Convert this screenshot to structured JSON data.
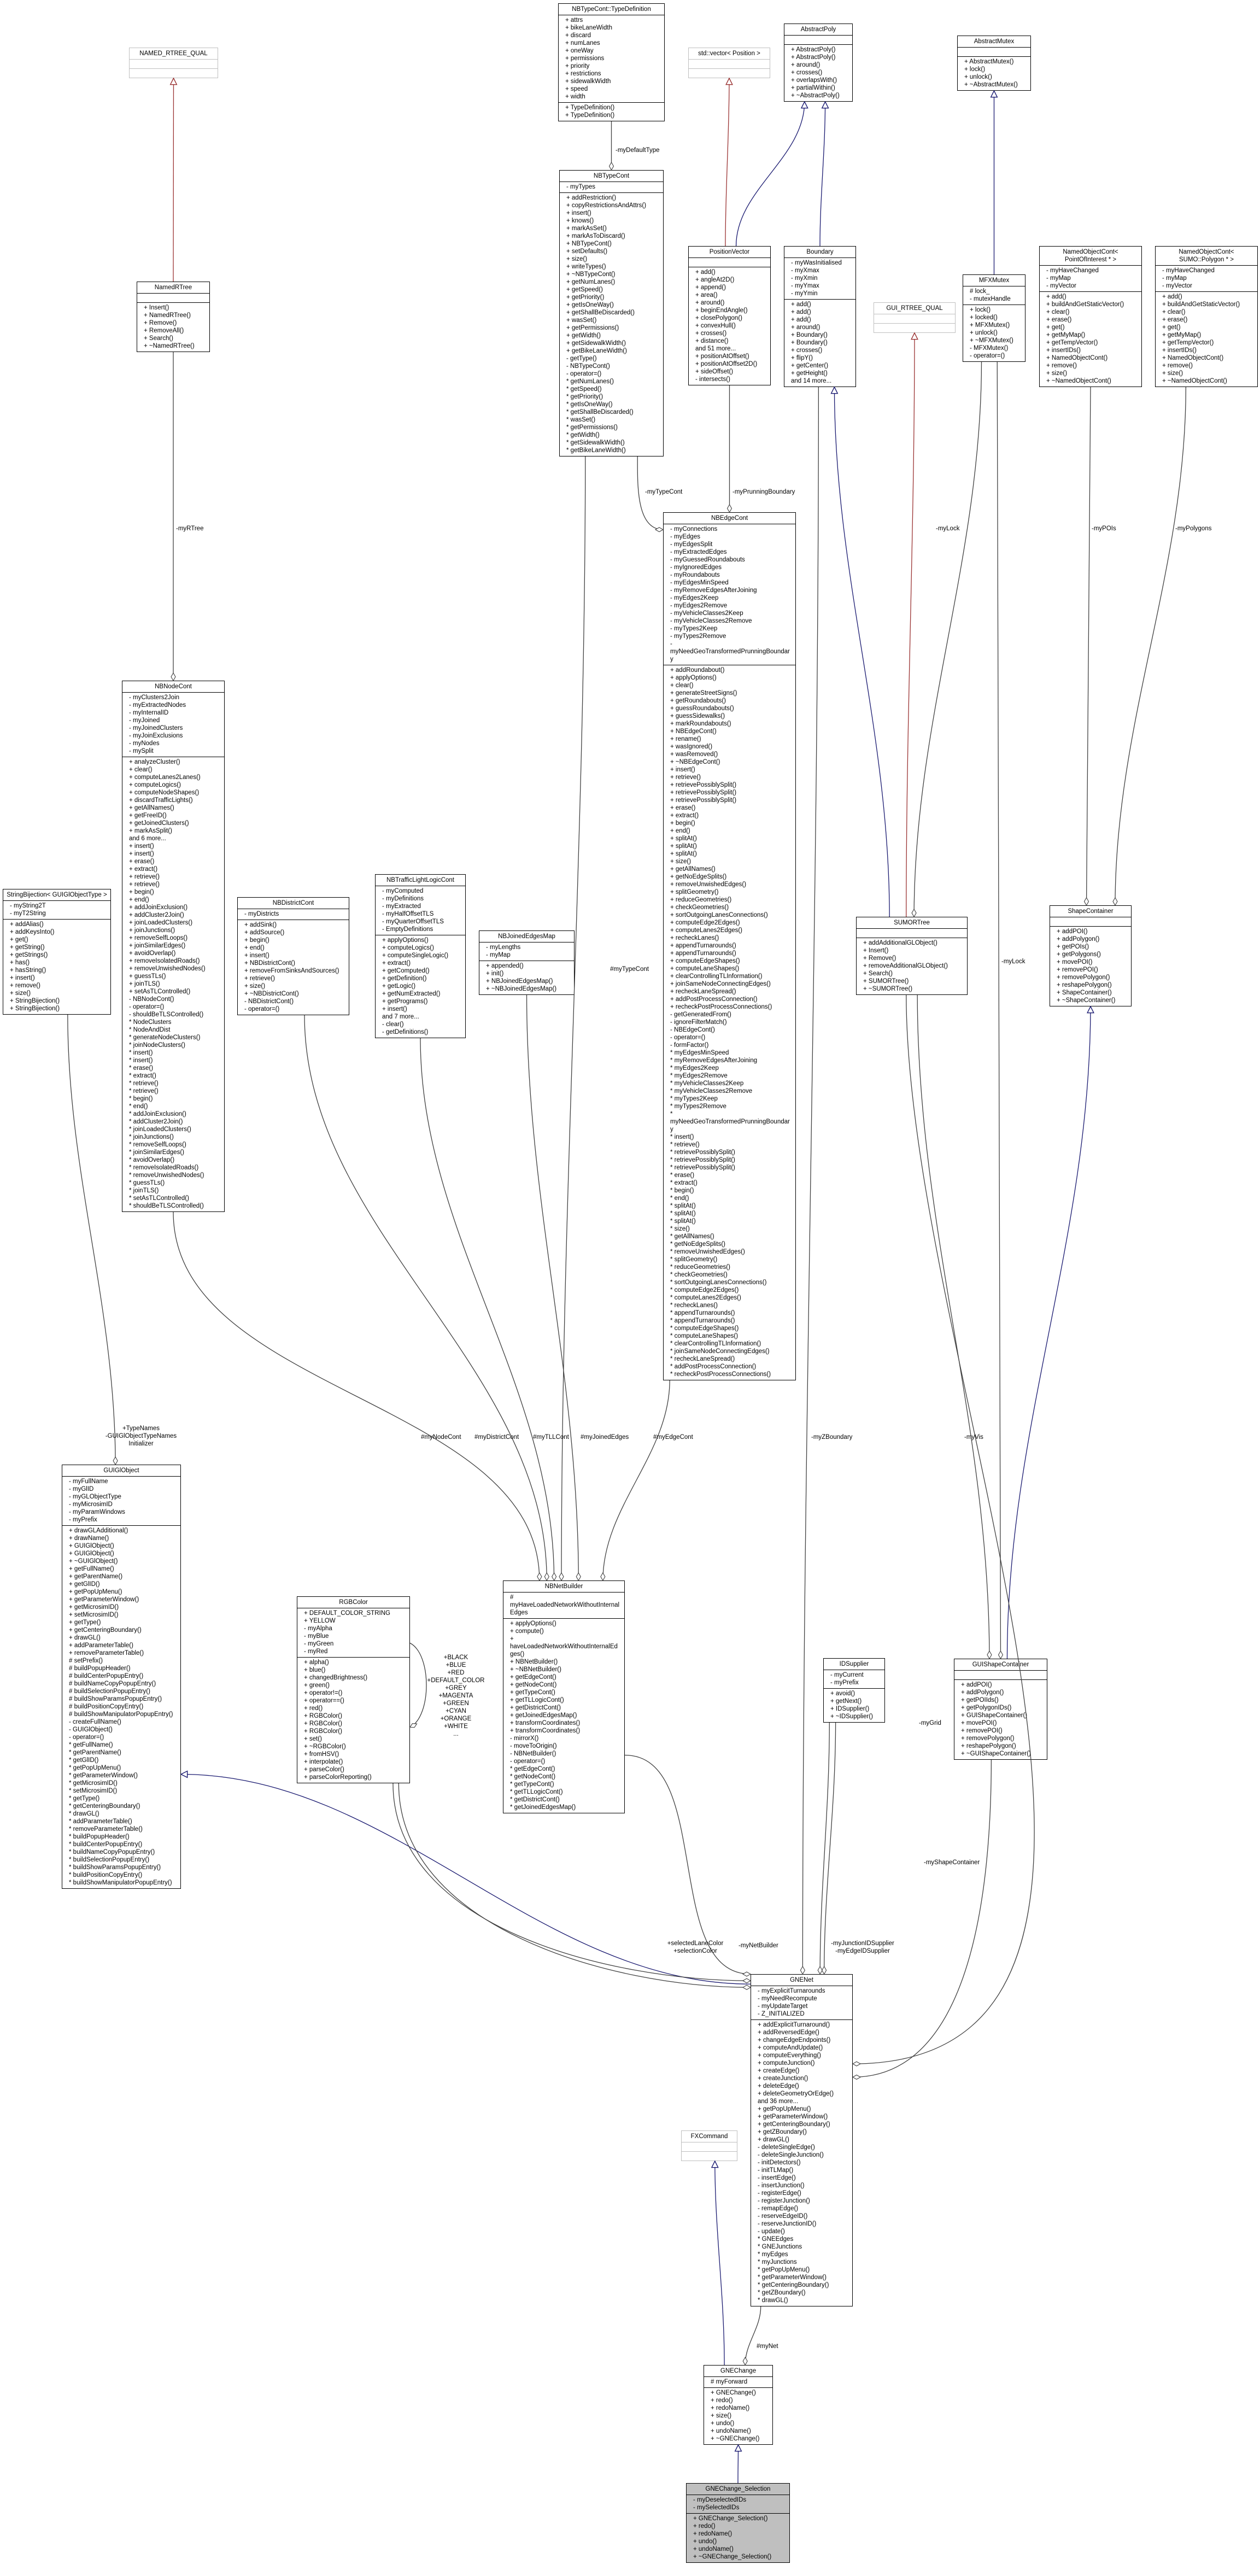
{
  "colors": {
    "inheritance": "#191970",
    "template": "#9a3232",
    "aggregation": "#404040",
    "external_border": "#bfbfbf",
    "highlight_fill": "#bfbfbf"
  },
  "classes": [
    {
      "name": "NAMED_RTREE_QUAL",
      "kind": "external",
      "attrs": [],
      "methods": []
    },
    {
      "name": "NamedRTree",
      "attrs": [],
      "methods": [
        "+ Insert()",
        "+ NamedRTree()",
        "+ Remove()",
        "+ RemoveAll()",
        "+ Search()",
        "+ ~NamedRTree()"
      ]
    },
    {
      "name": "NBTypeCont::TypeDefinition",
      "attrs": [
        "+ attrs",
        "+ bikeLaneWidth",
        "+ discard",
        "+ numLanes",
        "+ oneWay",
        "+ permissions",
        "+ priority",
        "+ restrictions",
        "+ sidewalkWidth",
        "+ speed",
        "+ width"
      ],
      "methods": [
        "+ TypeDefinition()",
        "+ TypeDefinition()"
      ]
    },
    {
      "name": "NBTypeCont",
      "attrs": [
        "- myTypes"
      ],
      "methods": [
        "+ addRestriction()",
        "+ copyRestrictionsAndAttrs()",
        "+ insert()",
        "+ knows()",
        "+ markAsSet()",
        "+ markAsToDiscard()",
        "+ NBTypeCont()",
        "+ setDefaults()",
        "+ size()",
        "+ writeTypes()",
        "+ ~NBTypeCont()",
        "+ getNumLanes()",
        "+ getSpeed()",
        "+ getPriority()",
        "+ getIsOneWay()",
        "+ getShallBeDiscarded()",
        "+ wasSet()",
        "+ getPermissions()",
        "+ getWidth()",
        "+ getSidewalkWidth()",
        "+ getBikeLaneWidth()",
        "- getType()",
        "- NBTypeCont()",
        "- operator=()",
        "* getNumLanes()",
        "* getSpeed()",
        "* getPriority()",
        "* getIsOneWay()",
        "* getShallBeDiscarded()",
        "* wasSet()",
        "* getPermissions()",
        "* getWidth()",
        "* getSidewalkWidth()",
        "* getBikeLaneWidth()"
      ]
    },
    {
      "name": "std::vector< Position >",
      "kind": "external",
      "attrs": [],
      "methods": []
    },
    {
      "name": "AbstractPoly",
      "attrs": [],
      "methods": [
        "+ AbstractPoly()",
        "+ AbstractPoly()",
        "+ around()",
        "+ crosses()",
        "+ overlapsWith()",
        "+ partialWithin()",
        "+ ~AbstractPoly()"
      ]
    },
    {
      "name": "PositionVector",
      "attrs": [],
      "methods": [
        "+ add()",
        "+ angleAt2D()",
        "+ append()",
        "+ area()",
        "+ around()",
        "+ beginEndAngle()",
        "+ closePolygon()",
        "+ convexHull()",
        "+ crosses()",
        "+ distance()",
        "and 51 more...",
        "+ positionAtOffset()",
        "+ positionAtOffset2D()",
        "+ sideOffset()",
        "- intersects()"
      ]
    },
    {
      "name": "Boundary",
      "attrs": [
        "- myWasInitialised",
        "- myXmax",
        "- myXmin",
        "- myYmax",
        "- myYmin"
      ],
      "methods": [
        "+ add()",
        "+ add()",
        "+ add()",
        "+ around()",
        "+ Boundary()",
        "+ Boundary()",
        "+ crosses()",
        "+ flipY()",
        "+ getCenter()",
        "+ getHeight()",
        "and 14 more..."
      ]
    },
    {
      "name": "GUI_RTREE_QUAL",
      "kind": "external",
      "attrs": [],
      "methods": []
    },
    {
      "name": "AbstractMutex",
      "attrs": [],
      "methods": [
        "+ AbstractMutex()",
        "+ lock()",
        "+ unlock()",
        "+ ~AbstractMutex()"
      ]
    },
    {
      "name": "MFXMutex",
      "attrs": [
        "# lock_",
        "- mutexHandle"
      ],
      "methods": [
        "+ lock()",
        "+ locked()",
        "+ MFXMutex()",
        "+ unlock()",
        "+ ~MFXMutex()",
        "- MFXMutex()",
        "- operator=()"
      ]
    },
    {
      "name": "NamedObjectCont< PointOfInterest * >",
      "attrs": [
        "- myHaveChanged",
        "- myMap",
        "- myVector"
      ],
      "methods": [
        "+ add()",
        "+ buildAndGetStaticVector()",
        "+ clear()",
        "+ erase()",
        "+ get()",
        "+ getMyMap()",
        "+ getTempVector()",
        "+ insertIDs()",
        "+ NamedObjectCont()",
        "+ remove()",
        "+ size()",
        "+ ~NamedObjectCont()"
      ]
    },
    {
      "name": "NamedObjectCont< SUMO::Polygon * >",
      "attrs": [
        "- myHaveChanged",
        "- myMap",
        "- myVector"
      ],
      "methods": [
        "+ add()",
        "+ buildAndGetStaticVector()",
        "+ clear()",
        "+ erase()",
        "+ get()",
        "+ getMyMap()",
        "+ getTempVector()",
        "+ insertIDs()",
        "+ NamedObjectCont()",
        "+ remove()",
        "+ size()",
        "+ ~NamedObjectCont()"
      ]
    },
    {
      "name": "NBEdgeCont",
      "attrs": [
        "- myConnections",
        "- myEdges",
        "- myEdgesSplit",
        "- myExtractedEdges",
        "- myGuessedRoundabouts",
        "- myIgnoredEdges",
        "- myRoundabouts",
        "- myEdgesMinSpeed",
        "- myRemoveEdgesAfterJoining",
        "- myEdges2Keep",
        "- myEdges2Remove",
        "- myVehicleClasses2Keep",
        "- myVehicleClasses2Remove",
        "- myTypes2Keep",
        "- myTypes2Remove",
        "- myNeedGeoTransformedPrunningBoundary"
      ],
      "methods": [
        "+ addRoundabout()",
        "+ applyOptions()",
        "+ clear()",
        "+ generateStreetSigns()",
        "+ getRoundabouts()",
        "+ guessRoundabouts()",
        "+ guessSidewalks()",
        "+ markRoundabouts()",
        "+ NBEdgeCont()",
        "+ rename()",
        "+ wasIgnored()",
        "+ wasRemoved()",
        "+ ~NBEdgeCont()",
        "+ insert()",
        "+ retrieve()",
        "+ retrievePossiblySplit()",
        "+ retrievePossiblySplit()",
        "+ retrievePossiblySplit()",
        "+ erase()",
        "+ extract()",
        "+ begin()",
        "+ end()",
        "+ splitAt()",
        "+ splitAt()",
        "+ splitAt()",
        "+ size()",
        "+ getAllNames()",
        "+ getNoEdgeSplits()",
        "+ removeUnwishedEdges()",
        "+ splitGeometry()",
        "+ reduceGeometries()",
        "+ checkGeometries()",
        "+ sortOutgoingLanesConnections()",
        "+ computeEdge2Edges()",
        "+ computeLanes2Edges()",
        "+ recheckLanes()",
        "+ appendTurnarounds()",
        "+ appendTurnarounds()",
        "+ computeEdgeShapes()",
        "+ computeLaneShapes()",
        "+ clearControllingTLInformation()",
        "+ joinSameNodeConnectingEdges()",
        "+ recheckLaneSpread()",
        "+ addPostProcessConnection()",
        "+ recheckPostProcessConnections()",
        "- getGeneratedFrom()",
        "- ignoreFilterMatch()",
        "- NBEdgeCont()",
        "- operator=()",
        "- formFactor()",
        "* myEdgesMinSpeed",
        "* myRemoveEdgesAfterJoining",
        "* myEdges2Keep",
        "* myEdges2Remove",
        "* myVehicleClasses2Keep",
        "* myVehicleClasses2Remove",
        "* myTypes2Keep",
        "* myTypes2Remove",
        "* myNeedGeoTransformedPrunningBoundary",
        "* insert()",
        "* retrieve()",
        "* retrievePossiblySplit()",
        "* retrievePossiblySplit()",
        "* retrievePossiblySplit()",
        "* erase()",
        "* extract()",
        "* begin()",
        "* end()",
        "* splitAt()",
        "* splitAt()",
        "* splitAt()",
        "* size()",
        "* getAllNames()",
        "* getNoEdgeSplits()",
        "* removeUnwishedEdges()",
        "* splitGeometry()",
        "* reduceGeometries()",
        "* checkGeometries()",
        "* sortOutgoingLanesConnections()",
        "* computeEdge2Edges()",
        "* computeLanes2Edges()",
        "* recheckLanes()",
        "* appendTurnarounds()",
        "* appendTurnarounds()",
        "* computeEdgeShapes()",
        "* computeLaneShapes()",
        "* clearControllingTLInformation()",
        "* joinSameNodeConnectingEdges()",
        "* recheckLaneSpread()",
        "* addPostProcessConnection()",
        "* recheckPostProcessConnections()"
      ]
    },
    {
      "name": "SUMORTree",
      "attrs": [],
      "methods": [
        "+ addAdditionalGLObject()",
        "+ Insert()",
        "+ Remove()",
        "+ removeAdditionalGLObject()",
        "+ Search()",
        "+ SUMORTree()",
        "+ ~SUMORTree()"
      ]
    },
    {
      "name": "ShapeContainer",
      "attrs": [],
      "methods": [
        "+ addPOI()",
        "+ addPolygon()",
        "+ getPOIs()",
        "+ getPolygons()",
        "+ movePOI()",
        "+ removePOI()",
        "+ removePolygon()",
        "+ reshapePolygon()",
        "+ ShapeContainer()",
        "+ ~ShapeContainer()"
      ]
    },
    {
      "name": "NBNodeCont",
      "attrs": [
        "- myClusters2Join",
        "- myExtractedNodes",
        "- myInternalID",
        "- myJoined",
        "- myJoinedClusters",
        "- myJoinExclusions",
        "- myNodes",
        "- mySplit"
      ],
      "methods": [
        "+ analyzeCluster()",
        "+ clear()",
        "+ computeLanes2Lanes()",
        "+ computeLogics()",
        "+ computeNodeShapes()",
        "+ discardTrafficLights()",
        "+ getAllNames()",
        "+ getFreeID()",
        "+ getJoinedClusters()",
        "+ markAsSplit()",
        "and 6 more...",
        "+ insert()",
        "+ insert()",
        "+ erase()",
        "+ extract()",
        "+ retrieve()",
        "+ retrieve()",
        "+ begin()",
        "+ end()",
        "+ addJoinExclusion()",
        "+ addCluster2Join()",
        "+ joinLoadedClusters()",
        "+ joinJunctions()",
        "+ removeSelfLoops()",
        "+ joinSimilarEdges()",
        "+ avoidOverlap()",
        "+ removeIsolatedRoads()",
        "+ removeUnwishedNodes()",
        "+ guessTLs()",
        "+ joinTLS()",
        "+ setAsTLControlled()",
        "- NBNodeCont()",
        "- operator=()",
        "- shouldBeTLSControlled()",
        "* NodeClusters",
        "* NodeAndDist",
        "* generateNodeClusters()",
        "* joinNodeClusters()",
        "* insert()",
        "* insert()",
        "* erase()",
        "* extract()",
        "* retrieve()",
        "* retrieve()",
        "* begin()",
        "* end()",
        "* addJoinExclusion()",
        "* addCluster2Join()",
        "* joinLoadedClusters()",
        "* joinJunctions()",
        "* removeSelfLoops()",
        "* joinSimilarEdges()",
        "* avoidOverlap()",
        "* removeIsolatedRoads()",
        "* removeUnwishedNodes()",
        "* guessTLs()",
        "* joinTLS()",
        "* setAsTLControlled()",
        "* shouldBeTLSControlled()"
      ]
    },
    {
      "name": "NBDistrictCont",
      "attrs": [
        "- myDistricts"
      ],
      "methods": [
        "+ addSink()",
        "+ addSource()",
        "+ begin()",
        "+ end()",
        "+ insert()",
        "+ NBDistrictCont()",
        "+ removeFromSinksAndSources()",
        "+ retrieve()",
        "+ size()",
        "+ ~NBDistrictCont()",
        "- NBDistrictCont()",
        "- operator=()"
      ]
    },
    {
      "name": "StringBijection< GUIGlObjectType >",
      "attrs": [
        "- myString2T",
        "- myT2String"
      ],
      "methods": [
        "+ addAlias()",
        "+ addKeysInto()",
        "+ get()",
        "+ getString()",
        "+ getStrings()",
        "+ has()",
        "+ hasString()",
        "+ insert()",
        "+ remove()",
        "+ size()",
        "+ StringBijection()",
        "+ StringBijection()"
      ]
    },
    {
      "name": "NBTrafficLightLogicCont",
      "attrs": [
        "- myComputed",
        "- myDefinitions",
        "- myExtracted",
        "- myHalfOffsetTLS",
        "- myQuarterOffsetTLS",
        "- EmptyDefinitions"
      ],
      "methods": [
        "+ applyOptions()",
        "+ computeLogics()",
        "+ computeSingleLogic()",
        "+ extract()",
        "+ getComputed()",
        "+ getDefinition()",
        "+ getLogic()",
        "+ getNumExtracted()",
        "+ getPrograms()",
        "+ insert()",
        "and 7 more...",
        "- clear()",
        "- getDefinitions()"
      ]
    },
    {
      "name": "NBJoinedEdgesMap",
      "attrs": [
        "- myLengths",
        "- myMap"
      ],
      "methods": [
        "+ appended()",
        "+ init()",
        "+ NBJoinedEdgesMap()",
        "+ ~NBJoinedEdgesMap()"
      ]
    },
    {
      "name": "GUIGlObject",
      "attrs": [
        "- myFullName",
        "- myGlID",
        "- myGLObjectType",
        "- myMicrosimID",
        "- myParamWindows",
        "- myPrefix"
      ],
      "methods": [
        "+ drawGLAdditional()",
        "+ drawName()",
        "+ GUIGlObject()",
        "+ GUIGlObject()",
        "+ ~GUIGlObject()",
        "+ getFullName()",
        "+ getParentName()",
        "+ getGlID()",
        "+ getPopUpMenu()",
        "+ getParameterWindow()",
        "+ getMicrosimID()",
        "+ setMicrosimID()",
        "+ getType()",
        "+ getCenteringBoundary()",
        "+ drawGL()",
        "+ addParameterTable()",
        "+ removeParameterTable()",
        "# setPrefix()",
        "# buildPopupHeader()",
        "# buildCenterPopupEntry()",
        "# buildNameCopyPopupEntry()",
        "# buildSelectionPopupEntry()",
        "# buildShowParamsPopupEntry()",
        "# buildPositionCopyEntry()",
        "# buildShowManipulatorPopupEntry()",
        "- createFullName()",
        "- GUIGlObject()",
        "- operator=()",
        "* getFullName()",
        "* getParentName()",
        "* getGlID()",
        "* getPopUpMenu()",
        "* getParameterWindow()",
        "* getMicrosimID()",
        "* setMicrosimID()",
        "* getType()",
        "* getCenteringBoundary()",
        "* drawGL()",
        "* addParameterTable()",
        "* removeParameterTable()",
        "* buildPopupHeader()",
        "* buildCenterPopupEntry()",
        "* buildNameCopyPopupEntry()",
        "* buildSelectionPopupEntry()",
        "* buildShowParamsPopupEntry()",
        "* buildPositionCopyEntry()",
        "* buildShowManipulatorPopupEntry()"
      ]
    },
    {
      "name": "RGBColor",
      "attrs": [
        "+ DEFAULT_COLOR_STRING",
        "+ YELLOW",
        "- myAlpha",
        "- myBlue",
        "- myGreen",
        "- myRed"
      ],
      "methods": [
        "+ alpha()",
        "+ blue()",
        "+ changedBrightness()",
        "+ green()",
        "+ operator!=()",
        "+ operator==()",
        "+ red()",
        "+ RGBColor()",
        "+ RGBColor()",
        "+ RGBColor()",
        "+ set()",
        "+ ~RGBColor()",
        "+ fromHSV()",
        "+ interpolate()",
        "+ parseColor()",
        "+ parseColorReporting()"
      ]
    },
    {
      "name": "NBNetBuilder",
      "attrs": [
        "# myHaveLoadedNetworkWithoutInternalEdges"
      ],
      "methods": [
        "+ applyOptions()",
        "+ compute()",
        "+ haveLoadedNetworkWithoutInternalEdges()",
        "+ NBNetBuilder()",
        "+ ~NBNetBuilder()",
        "+ getEdgeCont()",
        "+ getNodeCont()",
        "+ getTypeCont()",
        "+ getTLLogicCont()",
        "+ getDistrictCont()",
        "+ getJoinedEdgesMap()",
        "+ transformCoordinates()",
        "+ transformCoordinates()",
        "- mirrorX()",
        "- moveToOrigin()",
        "- NBNetBuilder()",
        "- operator=()",
        "* getEdgeCont()",
        "* getNodeCont()",
        "* getTypeCont()",
        "* getTLLogicCont()",
        "* getDistrictCont()",
        "* getJoinedEdgesMap()"
      ]
    },
    {
      "name": "IDSupplier",
      "attrs": [
        "- myCurrent",
        "- myPrefix"
      ],
      "methods": [
        "+ avoid()",
        "+ getNext()",
        "+ IDSupplier()",
        "+ ~IDSupplier()"
      ]
    },
    {
      "name": "GUIShapeContainer",
      "attrs": [],
      "methods": [
        "+ addPOI()",
        "+ addPolygon()",
        "+ getPOIIds()",
        "+ getPolygonIDs()",
        "+ GUIShapeContainer()",
        "+ movePOI()",
        "+ removePOI()",
        "+ removePolygon()",
        "+ reshapePolygon()",
        "+ ~GUIShapeContainer()"
      ]
    },
    {
      "name": "GNENet",
      "attrs": [
        "- myExplicitTurnarounds",
        "- myNeedRecompute",
        "- myUpdateTarget",
        "- Z_INITIALIZED"
      ],
      "methods": [
        "+ addExplicitTurnaround()",
        "+ addReversedEdge()",
        "+ changeEdgeEndpoints()",
        "+ computeAndUpdate()",
        "+ computeEverything()",
        "+ computeJunction()",
        "+ createEdge()",
        "+ createJunction()",
        "+ deleteEdge()",
        "+ deleteGeometryOrEdge()",
        "and 36 more...",
        "+ getPopUpMenu()",
        "+ getParameterWindow()",
        "+ getCenteringBoundary()",
        "+ getZBoundary()",
        "+ drawGL()",
        "- deleteSingleEdge()",
        "- deleteSingleJunction()",
        "- initDetectors()",
        "- initTLMap()",
        "- insertEdge()",
        "- insertJunction()",
        "- registerEdge()",
        "- registerJunction()",
        "- remapEdge()",
        "- reserveEdgeID()",
        "- reserveJunctionID()",
        "- update()",
        "* GNEEdges",
        "* GNEJunctions",
        "* myEdges",
        "* myJunctions",
        "* getPopUpMenu()",
        "* getParameterWindow()",
        "* getCenteringBoundary()",
        "* getZBoundary()",
        "* drawGL()"
      ]
    },
    {
      "name": "FXCommand",
      "kind": "external",
      "attrs": [],
      "methods": []
    },
    {
      "name": "GNEChange",
      "attrs": [
        "# myForward"
      ],
      "methods": [
        "+ GNEChange()",
        "+ redo()",
        "+ redoName()",
        "+ size()",
        "+ undo()",
        "+ undoName()",
        "+ ~GNEChange()"
      ]
    },
    {
      "name": "GNEChange_Selection",
      "kind": "highlight",
      "attrs": [
        "- myDeselectedIDs",
        "- mySelectedIDs"
      ],
      "methods": [
        "+ GNEChange_Selection()",
        "+ redo()",
        "+ redoName()",
        "+ undo()",
        "+ undoName()",
        "+ ~GNEChange_Selection()"
      ]
    }
  ],
  "edge_labels": {
    "myDefaultType": "-myDefaultType",
    "myRTree": "-myRTree",
    "myTypeCont_edge": "-myTypeCont",
    "myPrunningBoundary": "-myPrunningBoundary",
    "myLock_1": "-myLock",
    "myPOIs": "-myPOIs",
    "myPolygons": "-myPolygons",
    "myLock_2": "-myLock",
    "myTypeCont_net": "#myTypeCont",
    "typeNames": [
      "+TypeNames",
      "-GUIGlObjectTypeNames",
      "Initializer"
    ],
    "myNodeCont": "#myNodeCont",
    "myDistrictCont": "#myDistrictCont",
    "myTLLCont": "#myTLLCont",
    "myJoinedEdges": "#myJoinedEdges",
    "myEdgeCont": "#myEdgeCont",
    "myZBoundary": "-myZBoundary",
    "myVis": "-myVis",
    "rgbColors": [
      "+BLACK",
      "+BLUE",
      "+RED",
      "+DEFAULT_COLOR",
      "+GREY",
      "+MAGENTA",
      "+GREEN",
      "+CYAN",
      "+ORANGE",
      "+WHITE",
      "..."
    ],
    "myGrid": "-myGrid",
    "myShapeContainer": "-myShapeContainer",
    "selectionColors": [
      "+selectedLaneColor",
      "+selectionColor"
    ],
    "myNetBuilder": "-myNetBuilder",
    "idSuppliers": [
      "-myJunctionIDSupplier",
      "-myEdgeIDSupplier"
    ],
    "myNet": "#myNet"
  }
}
